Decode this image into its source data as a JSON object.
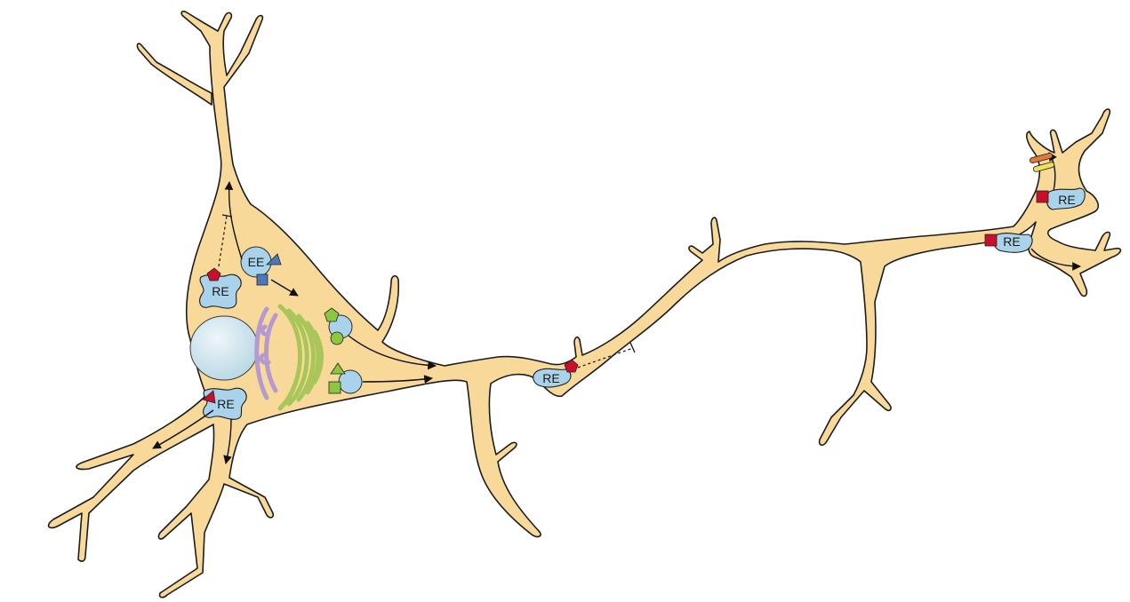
{
  "labels": {
    "ee": "EE",
    "re_top": "RE",
    "re_bottom": "RE",
    "re_axon": "RE",
    "re_terminal_upper": "RE",
    "re_terminal_lower": "RE"
  },
  "colors": {
    "cytoplasm": "#f9d99a",
    "endosome": "#a9d3ea",
    "nucleus": "#c9e3ee",
    "golgi": "#b49ad0",
    "er": "#a8c65a",
    "cargo_red": "#c8102e",
    "cargo_blue": "#4a78b8",
    "cargo_green": "#8dc63f",
    "cargo_orange": "#e07a3a",
    "cargo_yellow": "#f1e05a"
  }
}
